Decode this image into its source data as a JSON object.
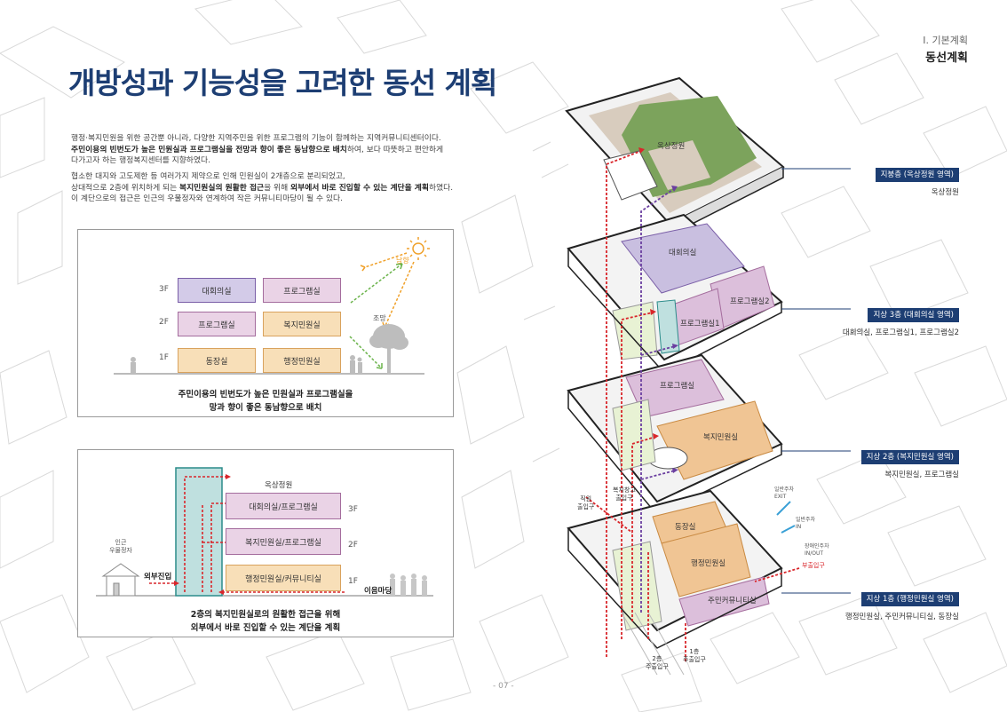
{
  "header": {
    "section": "Ⅰ. 기본계획",
    "subsection": "동선계획"
  },
  "title": "개방성과 기능성을 고려한 동선 계획",
  "intro": {
    "p1_a": "행정·복지민원을 위한 공간뿐 아니라, 다양한 지역주민을 위한 프로그램의 기능이 함께하는 지역커뮤니티센터이다.",
    "p1_b": "주민이용의 빈번도가 높은 민원실과 프로그램실을 전망과 향이 좋은 동남향으로 배치",
    "p1_c": "하여, 보다 따뜻하고 편안하게",
    "p1_d": "다가고자 하는 행정복지센터를 지향하였다.",
    "p2_a": "협소한 대지와 고도제한 등 여러가지 제약으로 인해 민원실이 2개층으로 분리되었고,",
    "p2_b": "상대적으로 2층에 위치하게 되는 ",
    "p2_c": "복지민원실의 원활한 접근",
    "p2_d": "을 위해 ",
    "p2_e": "외부에서 바로 진입할 수 있는 계단을 계획",
    "p2_f": "하였다.",
    "p2_g": "이 계단으로의 접근은 인근의 우물정자와 연계하여 작은 커뮤니티마당이 될 수 있다."
  },
  "diagram1": {
    "floors": [
      "3F",
      "2F",
      "1F"
    ],
    "boxes": [
      "대회의실",
      "프로그램실",
      "프로그램실",
      "복지민원실",
      "동장실",
      "행정민원실"
    ],
    "sun_label": "남향",
    "view_label": "조망",
    "caption_line1": "주민이용의 빈번도가 높은 민원실과 프로그램실을",
    "caption_line2": "망과 향이 좋은 동남향으로 배치"
  },
  "diagram2": {
    "roof": "옥상정원",
    "boxes": [
      "대회의실/프로그램실",
      "복지민원실/프로그램실",
      "행정민원실/커뮤니티실"
    ],
    "floors": [
      "3F",
      "2F",
      "1F"
    ],
    "gazebo": "인근\n우물정자",
    "external_entry": "외부진입",
    "plaza": "이음마당",
    "caption_line1": "2층의 복지민원실로의 원활한 접근을 위해",
    "caption_line2": "외부에서 바로 진입할 수 있는 계단을 계획"
  },
  "axon": {
    "rooms": {
      "roof_garden": "옥상정원",
      "conf": "대회의실",
      "prog1": "프로그램실1",
      "prog2": "프로그램실2",
      "prog_2f": "프로그램실",
      "welfare": "복지민원실",
      "chief": "동장실",
      "admin": "행정민원실",
      "community": "주민커뮤니티실"
    },
    "labels": {
      "staff_entry": "직원\n출입구",
      "welfare_entry": "복지창고\n출입구",
      "main_entry": "2층\n주출입구",
      "main_entry_1f": "1층\n주출입구",
      "sub_entry": "부출입구",
      "exit_1": "일반주차\nEXIT",
      "exit_2": "일반주차\nIN",
      "inout": "장애인주차\nIN/OUT"
    }
  },
  "callouts": [
    {
      "tag": "지붕층 (옥상정원 영역)",
      "desc": "옥상정원"
    },
    {
      "tag": "지상 3층 (대회의실 영역)",
      "desc": "대회의실, 프로그램실1, 프로그램실2"
    },
    {
      "tag": "지상 2층 (복지민원실 영역)",
      "desc": "복지민원실, 프로그램실"
    },
    {
      "tag": "지상 1층 (행정민원실 영역)",
      "desc": "행정민원실, 주민커뮤니티실, 동장실"
    }
  ],
  "page_number": "- 07 -",
  "colors": {
    "title": "#1d3e73",
    "tag": "#1d3e73",
    "route_red": "#d9262b",
    "route_purple": "#6b3fa0"
  }
}
